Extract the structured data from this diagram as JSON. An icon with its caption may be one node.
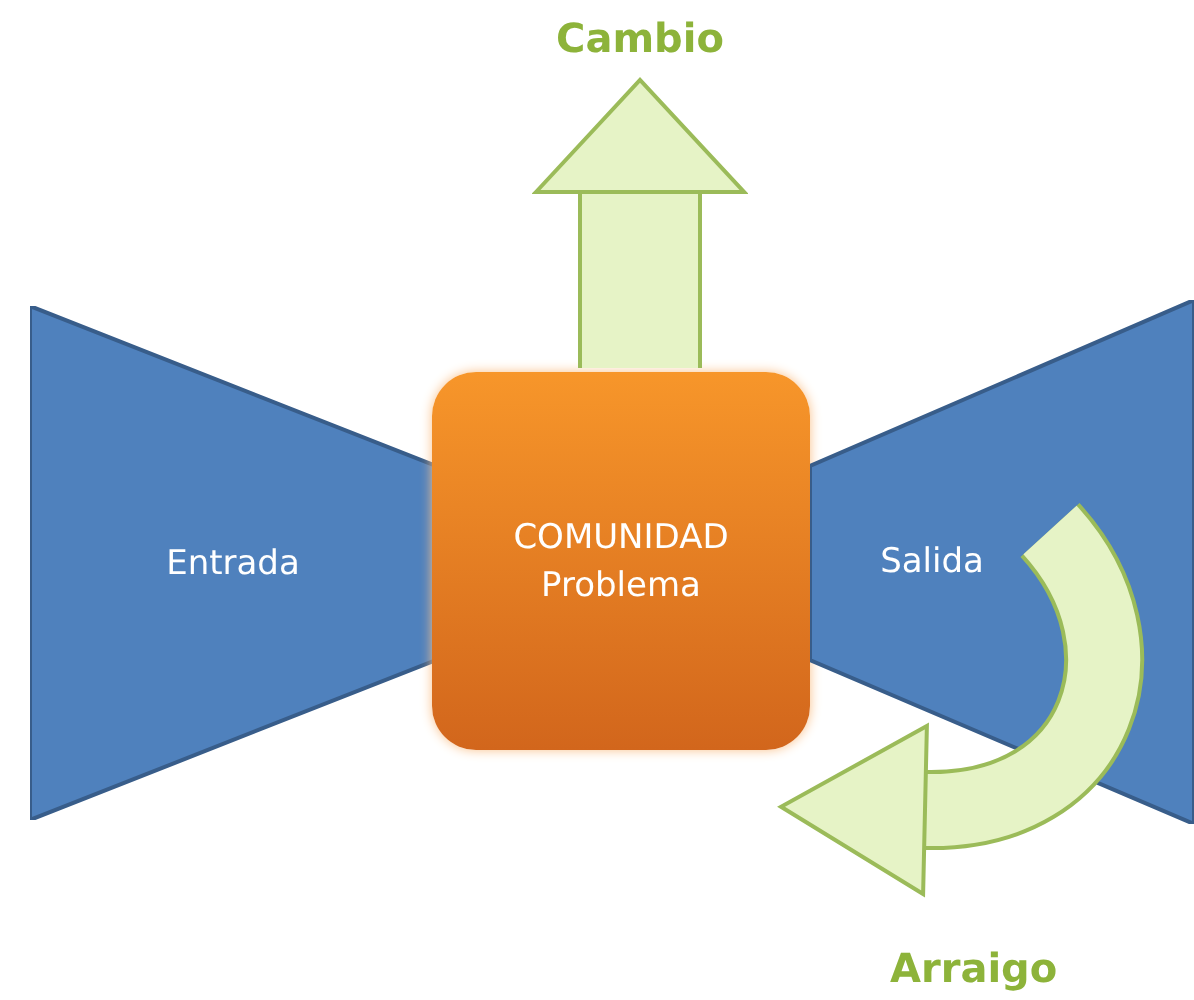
{
  "diagram": {
    "nodes": [
      {
        "text": [
          "Entrada"
        ]
      },
      {
        "text": [
          "COMUNIDAD",
          "Problema"
        ]
      },
      {
        "text": [
          "Salida"
        ]
      },
      {
        "text": [
          "Cambio"
        ]
      }
    ],
    "edges": [
      {
        "from": 1,
        "to": 3,
        "arrow": "to"
      },
      {
        "from": 2,
        "to": 1,
        "arrow": "to",
        "label": "Arraigo"
      }
    ]
  }
}
